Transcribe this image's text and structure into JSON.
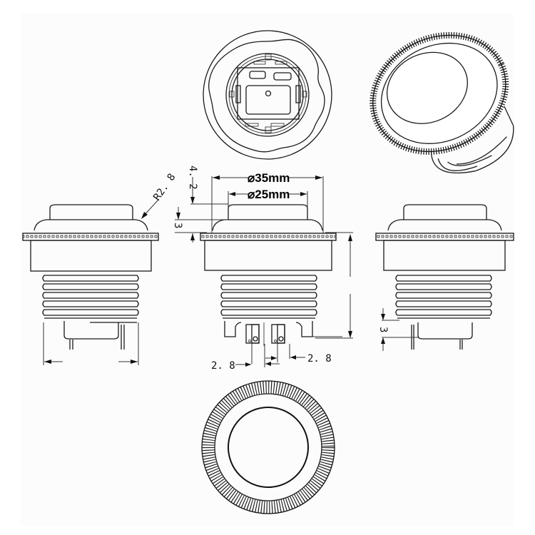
{
  "drawing": {
    "subject": "Round push button switch",
    "views": [
      {
        "id": "top-view",
        "label": "Top (rear) view"
      },
      {
        "id": "isometric-view",
        "label": "3D isometric view"
      },
      {
        "id": "left-side-view",
        "label": "Left side view"
      },
      {
        "id": "front-view",
        "label": "Front view"
      },
      {
        "id": "right-side-view",
        "label": "Right side view"
      },
      {
        "id": "bottom-view",
        "label": "Bottom (face) view"
      }
    ],
    "dimensions": {
      "outer_diameter": "⌀35mm",
      "inner_diameter": "⌀25mm",
      "radius": "R2. 8",
      "cap_height": "4. 2",
      "bezel_height": "3",
      "terminal_spacing_left": "2. 8",
      "terminal_spacing_right": "2. 8",
      "pin_length": "3"
    },
    "colors": {
      "line": "#1a1a1a",
      "background": "#ffffff",
      "panel": "#fcfcfc"
    }
  }
}
